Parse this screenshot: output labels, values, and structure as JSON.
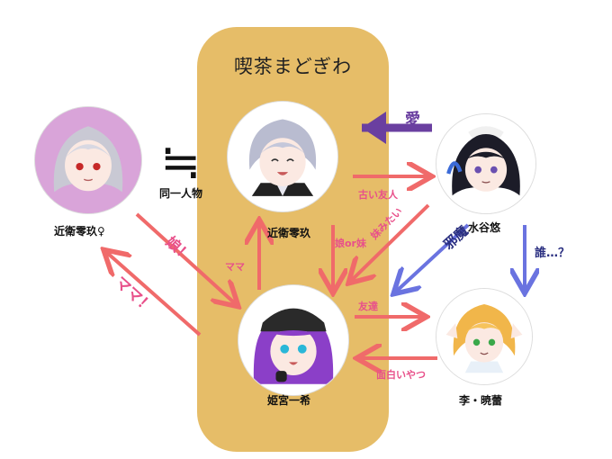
{
  "cafe": {
    "title": "喫茶まどぎわ"
  },
  "people": {
    "rei_female": {
      "name": "近衛零玖♀"
    },
    "rei": {
      "name": "近衛零玖"
    },
    "himemiya": {
      "name": "姫宮一希"
    },
    "mizutani": {
      "name": "水谷悠"
    },
    "li": {
      "name": "李・暁蕾"
    }
  },
  "equivalence": {
    "symbol": "≒",
    "label": "同一人物"
  },
  "relations": {
    "love": "愛",
    "old_friend": "古い友人",
    "daughter_or_sister": "娘or妹",
    "like_sister": "妹みたい",
    "daughter": "娘！",
    "mama_small": "ママ",
    "mama_big": "ママ！",
    "friend": "友達",
    "obstacle": "邪魔",
    "who": "誰…？",
    "funny_guy": "面白いやつ"
  },
  "colors": {
    "cafe_bg": "#e6bd68",
    "red_arrow": "#f06a6a",
    "purple_arrow": "#6a3fa0",
    "blue_arrow": "#6a73e0",
    "pink_text": "#e8508a",
    "navy_text": "#2a2f80"
  }
}
